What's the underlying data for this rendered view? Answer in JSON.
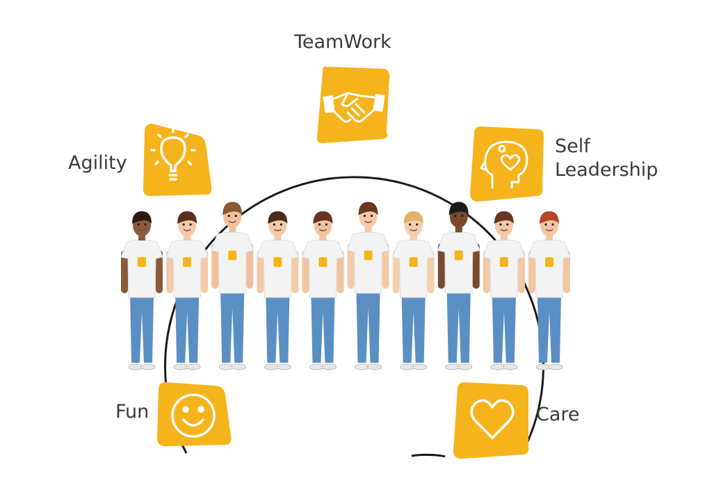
{
  "diagram": {
    "values": [
      {
        "id": "teamwork",
        "label": "TeamWork",
        "icon": "handshake-icon"
      },
      {
        "id": "self",
        "label_lines": [
          "Self",
          "Leadership"
        ],
        "icon": "brain-heart-icon"
      },
      {
        "id": "care",
        "label": "Care",
        "icon": "heart-icon"
      },
      {
        "id": "fun",
        "label": "Fun",
        "icon": "smiley-icon"
      },
      {
        "id": "agility",
        "label": "Agility",
        "icon": "lightbulb-icon"
      }
    ],
    "team": {
      "count": 10,
      "illustration": "team-of-people-illustration"
    }
  },
  "colors": {
    "tile": "#F5B41C",
    "ring": "#1a1a1a",
    "shirt": "#f3f3f3",
    "jeans": "#5a8fc4",
    "label": "#3a3a3a"
  }
}
